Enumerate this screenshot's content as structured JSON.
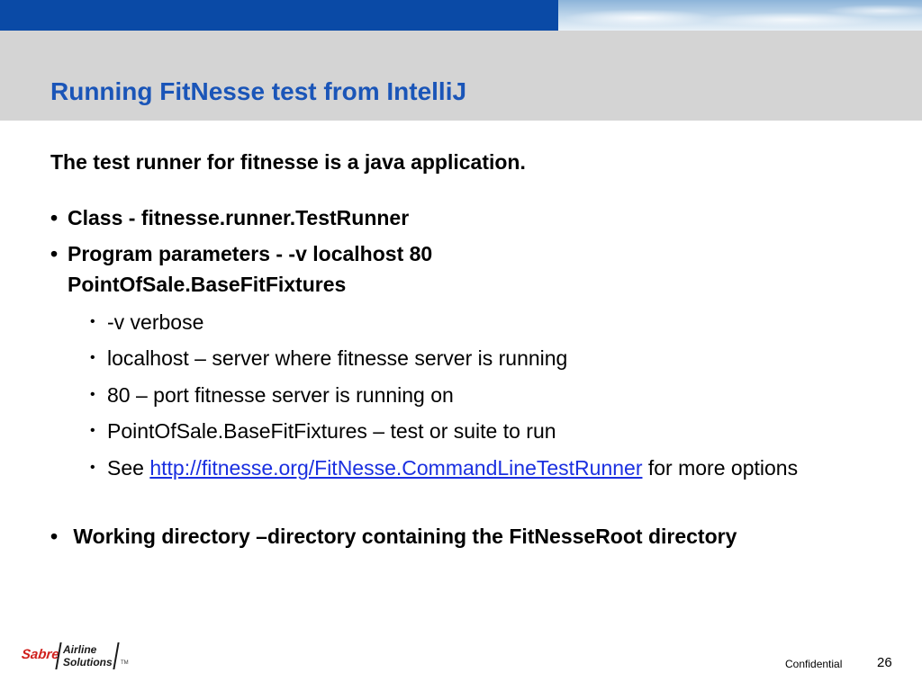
{
  "title": "Running FitNesse test from IntelliJ",
  "intro": "The test runner for fitnesse is a java application.",
  "bullets": [
    {
      "text": "Class - fitnesse.runner.TestRunner"
    },
    {
      "text": "Program parameters - -v localhost 80 PointOfSale.BaseFitFixtures"
    },
    {
      "text": " Working directory –directory containing the FitNesseRoot directory"
    }
  ],
  "sub_bullets": [
    {
      "text": "-v verbose"
    },
    {
      "text": "localhost – server where fitnesse server is running"
    },
    {
      "text": "80 – port fitnesse server is running on"
    },
    {
      "text": "PointOfSale.BaseFitFixtures – test or suite to run"
    },
    {
      "prefix": "See ",
      "link": "http://fitnesse.org/FitNesse.CommandLineTestRunner",
      "suffix": " for more options"
    }
  ],
  "bullet_glyph": "•",
  "footer": {
    "logo": {
      "brand": "Sabre",
      "line1": "Airline",
      "line2": "Solutions",
      "tm": "TM"
    },
    "confidential": "Confidential",
    "page_number": "26"
  },
  "colors": {
    "top_bar": "#0a4aa6",
    "title_band": "#d4d4d4",
    "title": "#1a55b8",
    "link": "#1a2fe0",
    "logo_brand": "#d0201c"
  }
}
